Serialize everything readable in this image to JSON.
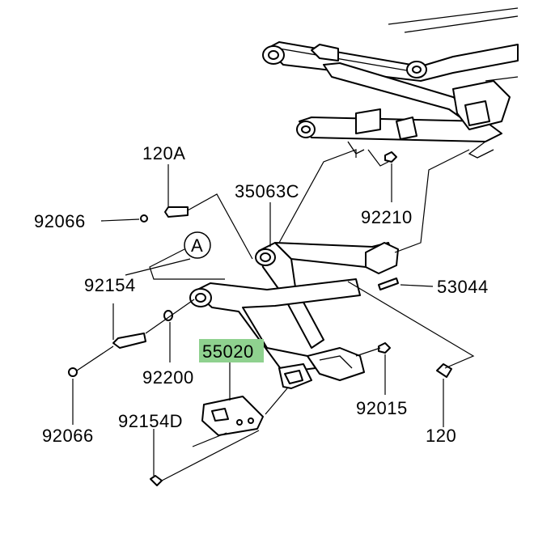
{
  "parts": {
    "p120A": "120A",
    "p92066_top": "92066",
    "p35063C": "35063C",
    "p92210": "92210",
    "pA": "A",
    "p92154": "92154",
    "p53044": "53044",
    "p55020": "55020",
    "p92200": "92200",
    "p92015": "92015",
    "p92066_bottom": "92066",
    "p92154D": "92154D",
    "p120": "120"
  },
  "highlight_color": "#8fd18f"
}
